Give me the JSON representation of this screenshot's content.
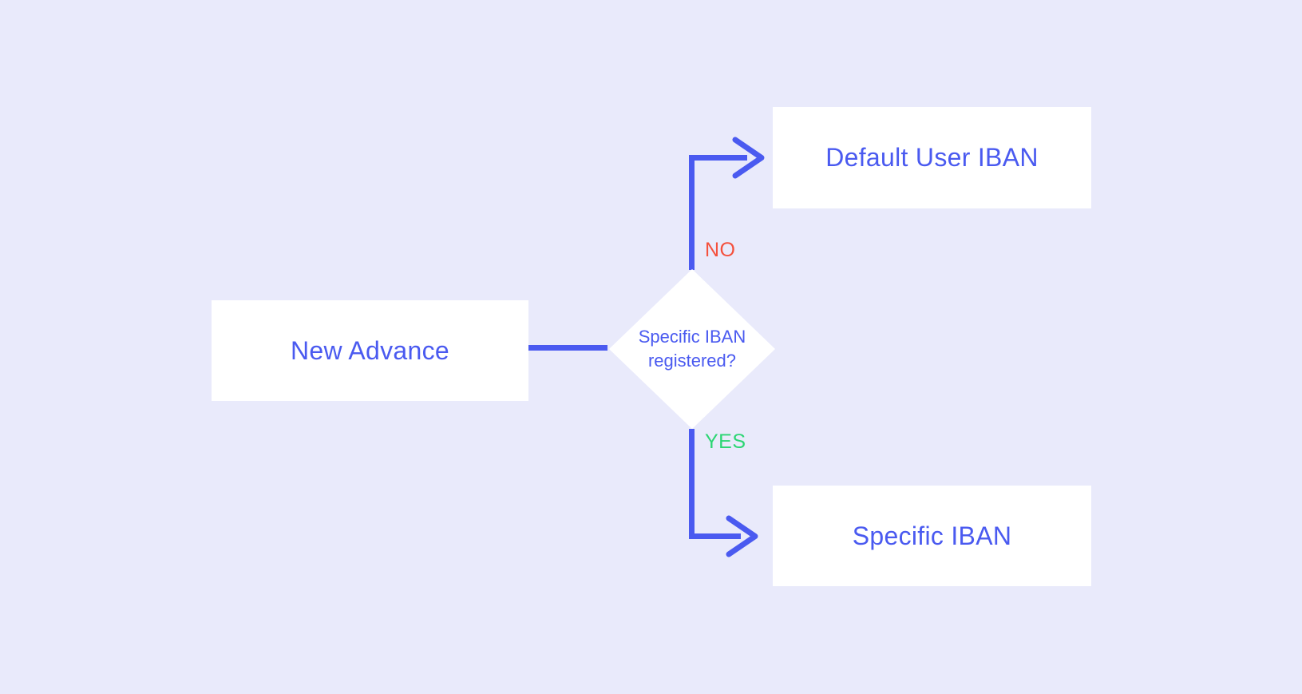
{
  "diagram": {
    "nodes": {
      "start": {
        "label": "New Advance"
      },
      "decision": {
        "label": "Specific IBAN registered?"
      },
      "no_outcome": {
        "label": "Default User IBAN"
      },
      "yes_outcome": {
        "label": "Specific IBAN"
      }
    },
    "edges": {
      "no_label": "NO",
      "yes_label": "YES"
    }
  },
  "theme": {
    "bg": "#e9eafb",
    "accent-blue": "#4a5af0",
    "node-bg": "#ffffff",
    "no-red": "#f4503c",
    "yes-green": "#2bd673"
  }
}
